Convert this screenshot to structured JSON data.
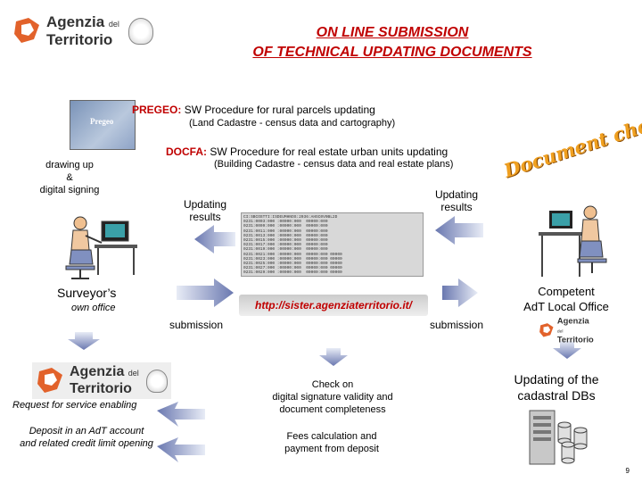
{
  "header": {
    "logo_name": "Agenzia",
    "logo_del": "del",
    "logo_name2": "Territorio",
    "title_line1": "ON LINE SUBMISSION",
    "title_line2": "OF TECHNICAL UPDATING DOCUMENTS"
  },
  "pregeo": {
    "label": "PREGEO:",
    "desc": "SW Procedure for rural parcels updating",
    "sub": "(Land Cadastre - census data and cartography)",
    "img_text": "Pregeo"
  },
  "docfa": {
    "label": "DOCFA:",
    "desc": "SW Procedure for real estate urban units updating",
    "sub": "(Building Cadastre - census data and real estate  plans)"
  },
  "left": {
    "drawing_line1": "drawing up",
    "drawing_line2": "&",
    "drawing_line3": "digital signing",
    "surveyor": "Surveyor’s",
    "own_office": "own office",
    "request": "Request for service enabling",
    "deposit_line1": "Deposit  in an AdT account",
    "deposit_line2": "and related credit limit opening"
  },
  "center": {
    "updating_left_line1": "Updating",
    "updating_left_line2": "results",
    "updating_right_line1": "Updating",
    "updating_right_line2": "results",
    "url": "http://sister.agenziaterritorio.it/",
    "submission_left": "submission",
    "submission_right": "submission",
    "check_line1": "Check on",
    "check_line2": "digital signature validity and",
    "check_line3": "document completeness",
    "fees_line1": "Fees calculation and",
    "fees_line2": "payment from deposit"
  },
  "right": {
    "document_check": "Document check",
    "competent_line1": "Competent",
    "competent_line2": "AdT Local Office",
    "updating_db_line1": "Updating of the",
    "updating_db_line2": "cadastral DBs"
  },
  "page_number": "9",
  "colors": {
    "accent_red": "#c00000",
    "arrow_blue": "#7f8fc0",
    "logo_orange": "#e2622b",
    "wordart_orange": "#f0a020"
  }
}
